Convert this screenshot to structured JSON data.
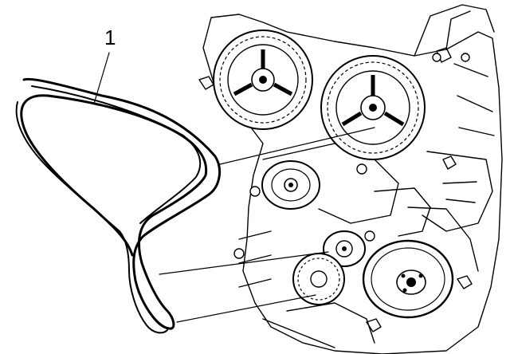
{
  "figure": {
    "callout": "1",
    "items": [
      {
        "name": "timing-belt"
      },
      {
        "name": "camshaft-sprocket-intake"
      },
      {
        "name": "camshaft-sprocket-exhaust"
      },
      {
        "name": "tensioner-pulley"
      },
      {
        "name": "idler-pulley"
      },
      {
        "name": "crankshaft-sprocket"
      },
      {
        "name": "water-pump-pulley"
      }
    ]
  }
}
